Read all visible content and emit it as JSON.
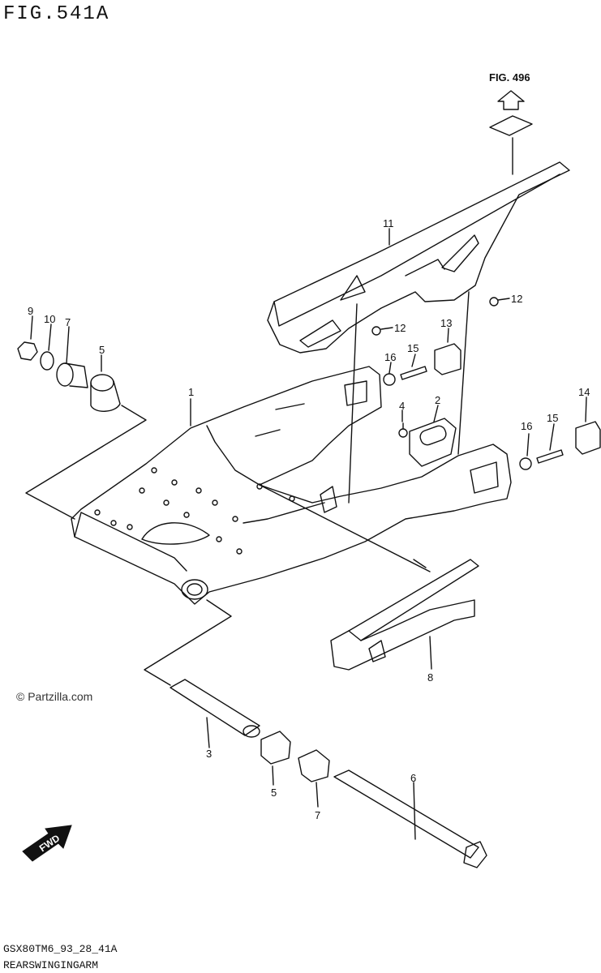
{
  "figure": {
    "title": "FIG.541A",
    "reference_label": "FIG. 496",
    "copyright": "© Partzilla.com",
    "code": "GSX80TM6_93_28_41A",
    "caption": "REARSWINGINGARM",
    "fwd_label": "FWD"
  },
  "callouts": [
    "1",
    "2",
    "3",
    "4",
    "5",
    "5",
    "6",
    "7",
    "7",
    "8",
    "9",
    "10",
    "11",
    "12",
    "12",
    "13",
    "14",
    "15",
    "15",
    "16",
    "16"
  ],
  "colors": {
    "ink": "#111111",
    "paper": "#ffffff"
  }
}
